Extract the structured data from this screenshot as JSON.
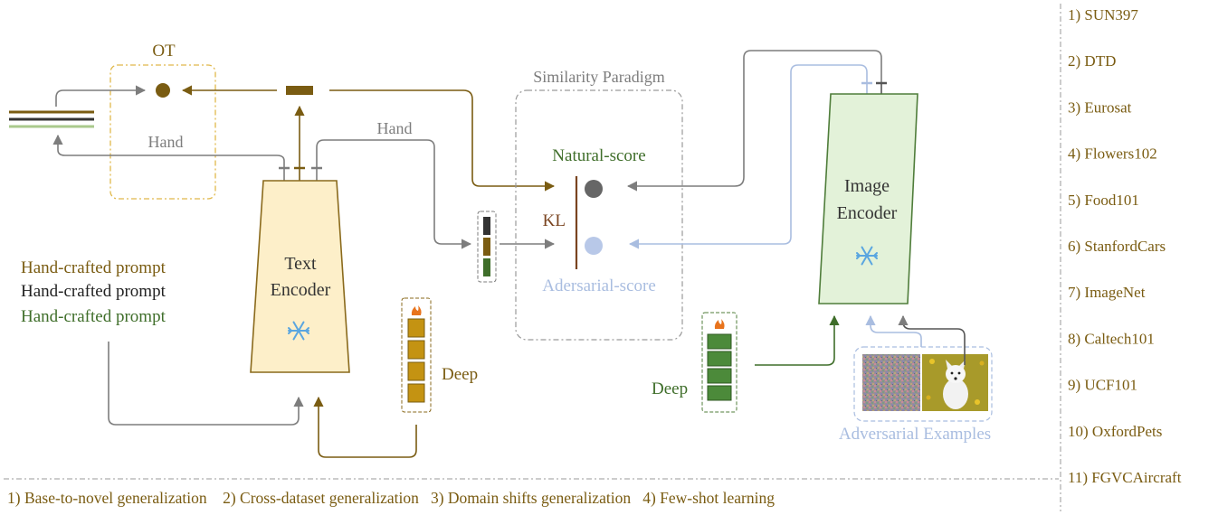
{
  "colors": {
    "brown": "#7a5c12",
    "dark": "#333333",
    "green": "#3f6e2a",
    "gray": "#7d7d7d",
    "light_blue": "#a9bde0",
    "text_encoder_fill": "#fdefc9",
    "text_encoder_border": "#8a6a1c",
    "image_encoder_fill": "#e3f2d9",
    "image_encoder_border": "#4f7d3a",
    "ot_border": "#e0b84a",
    "snowflake": "#5aa6e0",
    "flame": "#e8731c"
  },
  "ot": {
    "label": "OT"
  },
  "hand_labels": {
    "left": "Hand",
    "middle": "Hand"
  },
  "prompts": [
    {
      "text": "Hand-crafted prompt",
      "color": "#7a5c12"
    },
    {
      "text": "Hand-crafted prompt",
      "color": "#222222"
    },
    {
      "text": "Hand-crafted prompt",
      "color": "#3f6e2a"
    }
  ],
  "text_encoder": {
    "line1": "Text",
    "line2": "Encoder",
    "icon": "snowflake-icon"
  },
  "image_encoder": {
    "line1": "Image",
    "line2": "Encoder",
    "icon": "snowflake-icon"
  },
  "deep_left": {
    "label": "Deep",
    "icon": "flame-icon"
  },
  "deep_right": {
    "label": "Deep",
    "icon": "flame-icon"
  },
  "similarity": {
    "title": "Similarity Paradigm",
    "natural_score": "Natural-score",
    "kl": "KL",
    "adversarial_score": "Adersarial-score"
  },
  "adversarial_examples": {
    "label": "Adversarial Examples"
  },
  "datasets": [
    "1) SUN397",
    "2) DTD",
    "3) Eurosat",
    "4) Flowers102",
    "5) Food101",
    "6) StanfordCars",
    "7) ImageNet",
    "8) Caltech101",
    "9) UCF101",
    "10) OxfordPets",
    "11) FGVCAircraft"
  ],
  "tasks": "1) Base-to-novel generalization    2) Cross-dataset generalization   3) Domain shifts generalization   4) Few-shot learning"
}
